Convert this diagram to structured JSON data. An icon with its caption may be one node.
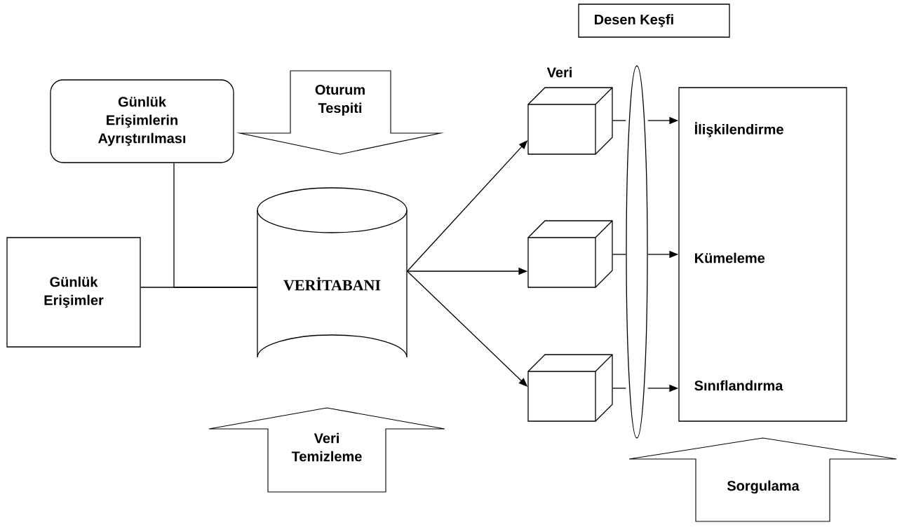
{
  "diagram": {
    "nodes": [
      {
        "text": [
          "Günlük Erişimler"
        ]
      },
      {
        "text": [
          "Günlük Erişimlerin Ayrıştırılması"
        ]
      },
      {
        "text": [
          "VERİTABANI"
        ]
      },
      {
        "text": [
          "Oturum Tespiti"
        ]
      },
      {
        "text": [
          "Veri Temizleme"
        ]
      },
      {
        "text": [
          "Desen Keşfi"
        ]
      },
      {
        "text": [],
        "shape": "box",
        "beside": [
          "Veri"
        ]
      },
      {
        "text": [],
        "shape": "box"
      },
      {
        "text": [],
        "shape": "box"
      },
      {
        "text": [],
        "shape": "ellipse"
      },
      {
        "text": [
          "İlişkilendirme",
          "Kümeleme",
          "Sınıflandırma"
        ]
      },
      {
        "text": [
          "Sorgulama"
        ]
      }
    ],
    "edges": [
      {
        "from": 0,
        "to": 2,
        "arrow": "none"
      },
      {
        "from": 1,
        "to": 2,
        "arrow": "none"
      },
      {
        "from": 2,
        "to": 6,
        "arrow": "to"
      },
      {
        "from": 2,
        "to": 7,
        "arrow": "to"
      },
      {
        "from": 2,
        "to": 8,
        "arrow": "to"
      },
      {
        "from": 6,
        "to": 9,
        "arrow": "none"
      },
      {
        "from": 9,
        "to": 10,
        "arrow": "to"
      },
      {
        "from": 7,
        "to": 9,
        "arrow": "none"
      },
      {
        "from": 9,
        "to": 10,
        "arrow": "to"
      },
      {
        "from": 8,
        "to": 9,
        "arrow": "none"
      },
      {
        "from": 9,
        "to": 10,
        "arrow": "to"
      }
    ]
  }
}
